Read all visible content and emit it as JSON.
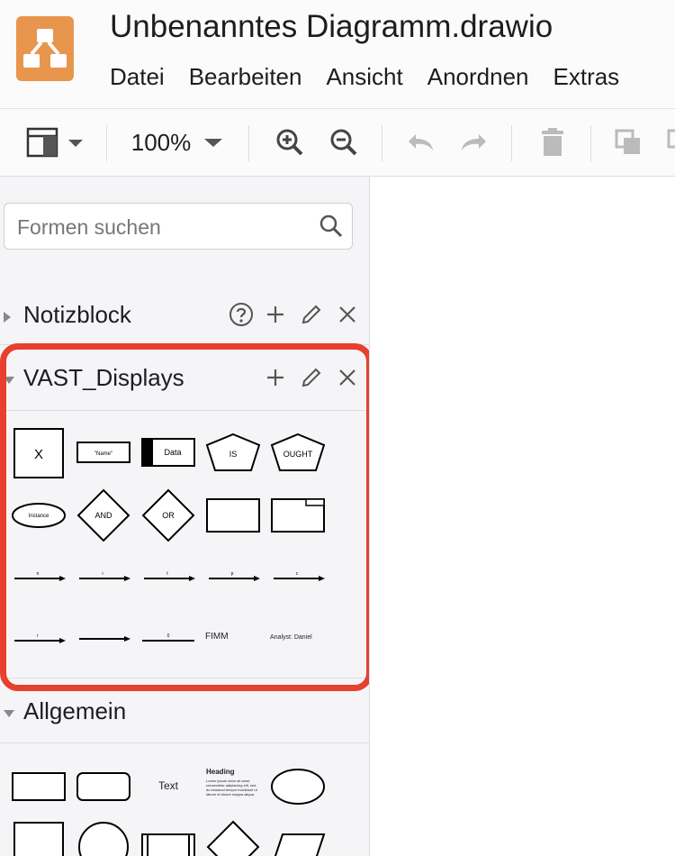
{
  "app": {
    "title": "Unbenanntes Diagramm.drawio",
    "brand_color": "#e8954d",
    "menu": [
      "Datei",
      "Bearbeiten",
      "Ansicht",
      "Anordnen",
      "Extras"
    ]
  },
  "toolbar": {
    "zoom_label": "100%",
    "icons": [
      "format-panel-icon",
      "zoom-in-icon",
      "zoom-out-icon",
      "undo-icon",
      "redo-icon",
      "delete-icon",
      "to-front-icon"
    ]
  },
  "sidebar": {
    "search_placeholder": "Formen suchen",
    "libraries": [
      {
        "title": "Notizblock",
        "expanded": false
      },
      {
        "title": "VAST_Displays",
        "expanded": true
      },
      {
        "title": "Allgemein",
        "expanded": true
      }
    ],
    "vast_shapes": {
      "x_box": "X",
      "name_box": "\"Name\"",
      "data_box": "Data",
      "is_pentagon": "IS",
      "ought_pentagon": "OUGHT",
      "instance_ellipse": "Instance",
      "and_diamond": "AND",
      "or_diamond": "OR",
      "note_tag": "",
      "edge_labels": [
        "n",
        "i",
        "t",
        "p",
        "c",
        "r",
        "",
        "0"
      ],
      "fimm": "FIMM",
      "analyst": "Analyst: Daniel"
    },
    "general_shapes": {
      "text": "Text",
      "heading": "Heading",
      "heading_body": "Lorem ipsum dolor sit amet, consectetur adipisicing elit, sed do eiusmod tempor incididunt ut labore et dolore magna aliqua."
    },
    "highlight_color": "#e8402e"
  }
}
